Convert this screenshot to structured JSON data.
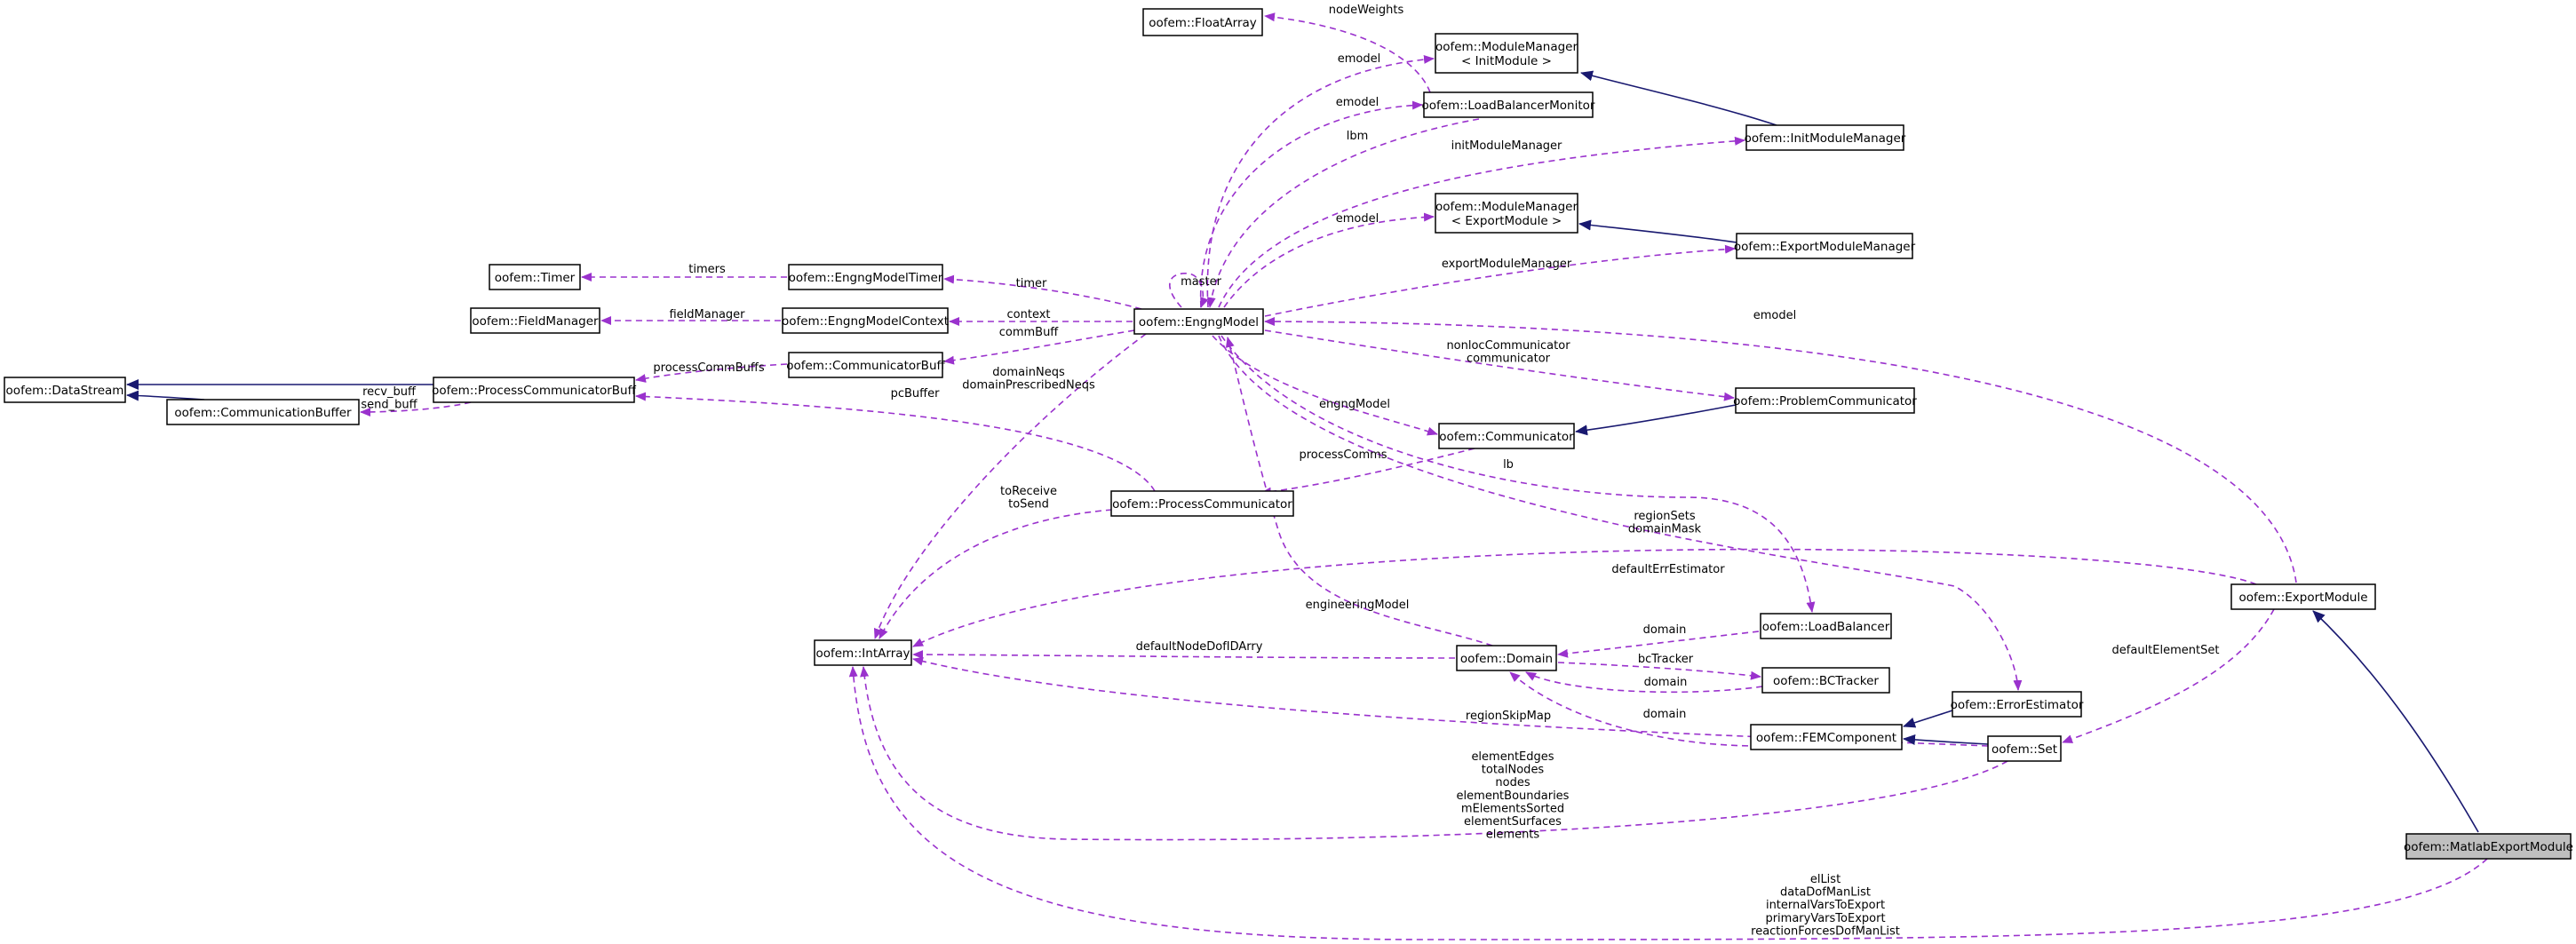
{
  "colors": {
    "usage": "#9a32cd",
    "inheritance": "#191970",
    "highlight": "#bfbfbf"
  },
  "nodes": {
    "FloatArray": [
      "oofem::FloatArray"
    ],
    "ModuleManagerInit": [
      "oofem::ModuleManager",
      "< InitModule >"
    ],
    "LoadBalancerMonitor": [
      "oofem::LoadBalancerMonitor"
    ],
    "InitModuleManager": [
      "oofem::InitModuleManager"
    ],
    "ModuleManagerExport": [
      "oofem::ModuleManager",
      "< ExportModule >"
    ],
    "ExportModuleManager": [
      "oofem::ExportModuleManager"
    ],
    "Timer": [
      "oofem::Timer"
    ],
    "EngngModelTimer": [
      "oofem::EngngModelTimer"
    ],
    "FieldManager": [
      "oofem::FieldManager"
    ],
    "EngngModelContext": [
      "oofem::EngngModelContext"
    ],
    "EngngModel": [
      "oofem::EngngModel"
    ],
    "CommunicatorBuff": [
      "oofem::CommunicatorBuff"
    ],
    "DataStream": [
      "oofem::DataStream"
    ],
    "ProcessCommunicatorBuff": [
      "oofem::ProcessCommunicatorBuff"
    ],
    "CommunicationBuffer": [
      "oofem::CommunicationBuffer"
    ],
    "ProblemCommunicator": [
      "oofem::ProblemCommunicator"
    ],
    "Communicator": [
      "oofem::Communicator"
    ],
    "ProcessCommunicator": [
      "oofem::ProcessCommunicator"
    ],
    "ExportModule": [
      "oofem::ExportModule"
    ],
    "IntArray": [
      "oofem::IntArray"
    ],
    "LoadBalancer": [
      "oofem::LoadBalancer"
    ],
    "Domain": [
      "oofem::Domain"
    ],
    "BCTracker": [
      "oofem::BCTracker"
    ],
    "ErrorEstimator": [
      "oofem::ErrorEstimator"
    ],
    "FEMComponent": [
      "oofem::FEMComponent"
    ],
    "Set": [
      "oofem::Set"
    ],
    "MatlabExportModule": [
      "oofem::MatlabExportModule"
    ]
  },
  "edge_labels": {
    "nodeWeights": [
      "nodeWeights"
    ],
    "emodel_init": [
      "emodel"
    ],
    "emodel_lbm": [
      "emodel"
    ],
    "lbm": [
      "lbm"
    ],
    "initModuleManager": [
      "initModuleManager"
    ],
    "emodel_export": [
      "emodel"
    ],
    "exportModuleManager": [
      "exportModuleManager"
    ],
    "timers": [
      "timers"
    ],
    "timer": [
      "timer"
    ],
    "master": [
      "master"
    ],
    "fieldManager": [
      "fieldManager"
    ],
    "context": [
      "context"
    ],
    "commBuff": [
      "commBuff"
    ],
    "processCommBuffs": [
      "processCommBuffs"
    ],
    "recvsend": [
      "recv_buff",
      "send_buff"
    ],
    "domainNeqs": [
      "domainNeqs",
      "domainPrescribedNeqs"
    ],
    "pcBuffer": [
      "pcBuffer"
    ],
    "emodel_em": [
      "emodel"
    ],
    "nonlocComm": [
      "nonlocCommunicator",
      "communicator"
    ],
    "engngModel": [
      "engngModel"
    ],
    "processComms": [
      "processComms"
    ],
    "lb": [
      "lb"
    ],
    "toReceive": [
      "toReceive",
      "toSend"
    ],
    "regionSets": [
      "regionSets",
      "domainMask"
    ],
    "defaultErrEstimator": [
      "defaultErrEstimator"
    ],
    "engineeringModel": [
      "engineeringModel"
    ],
    "domain_lb": [
      "domain"
    ],
    "defaultNodeDofIDArry": [
      "defaultNodeDofIDArry"
    ],
    "bcTracker": [
      "bcTracker"
    ],
    "domain_bc": [
      "domain"
    ],
    "defaultElementSet": [
      "defaultElementSet"
    ],
    "regionSkipMap": [
      "regionSkipMap"
    ],
    "domain_fem": [
      "domain"
    ],
    "setElems": [
      "elementEdges",
      "totalNodes",
      "nodes",
      "elementBoundaries",
      "mElementsSorted",
      "elementSurfaces",
      "elements"
    ],
    "matlabLists": [
      "elList",
      "dataDofManList",
      "internalVarsToExport",
      "primaryVarsToExport",
      "reactionForcesDofManList"
    ]
  }
}
